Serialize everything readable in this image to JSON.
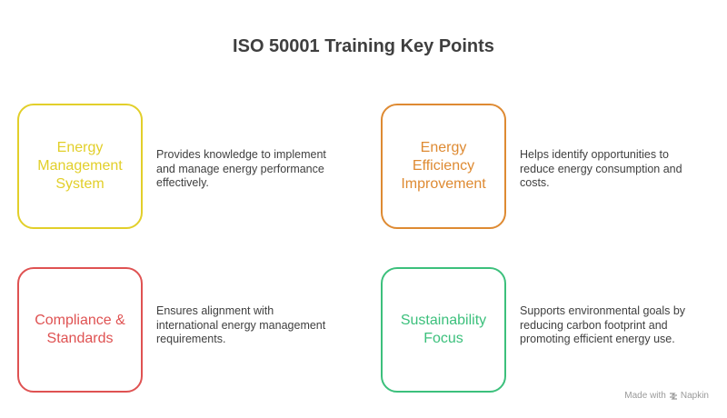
{
  "title": "ISO 50001 Training Key Points",
  "items": [
    {
      "label": "Energy Management System",
      "description": "Provides knowledge to implement and manage energy performance effectively.",
      "color": "#e2cf2a"
    },
    {
      "label": "Energy Efficiency Improvement",
      "description": "Helps identify opportunities to reduce energy consumption and costs.",
      "color": "#de8a32"
    },
    {
      "label": "Compliance & Standards",
      "description": "Ensures alignment with international energy management requirements.",
      "color": "#df5252"
    },
    {
      "label": "Sustainability Focus",
      "description": "Supports environmental goals by reducing carbon footprint and promoting efficient energy use.",
      "color": "#3cc07c"
    }
  ],
  "footer": {
    "made_with": "Made with",
    "brand": "Napkin",
    "icon": "napkin-logo-icon"
  }
}
